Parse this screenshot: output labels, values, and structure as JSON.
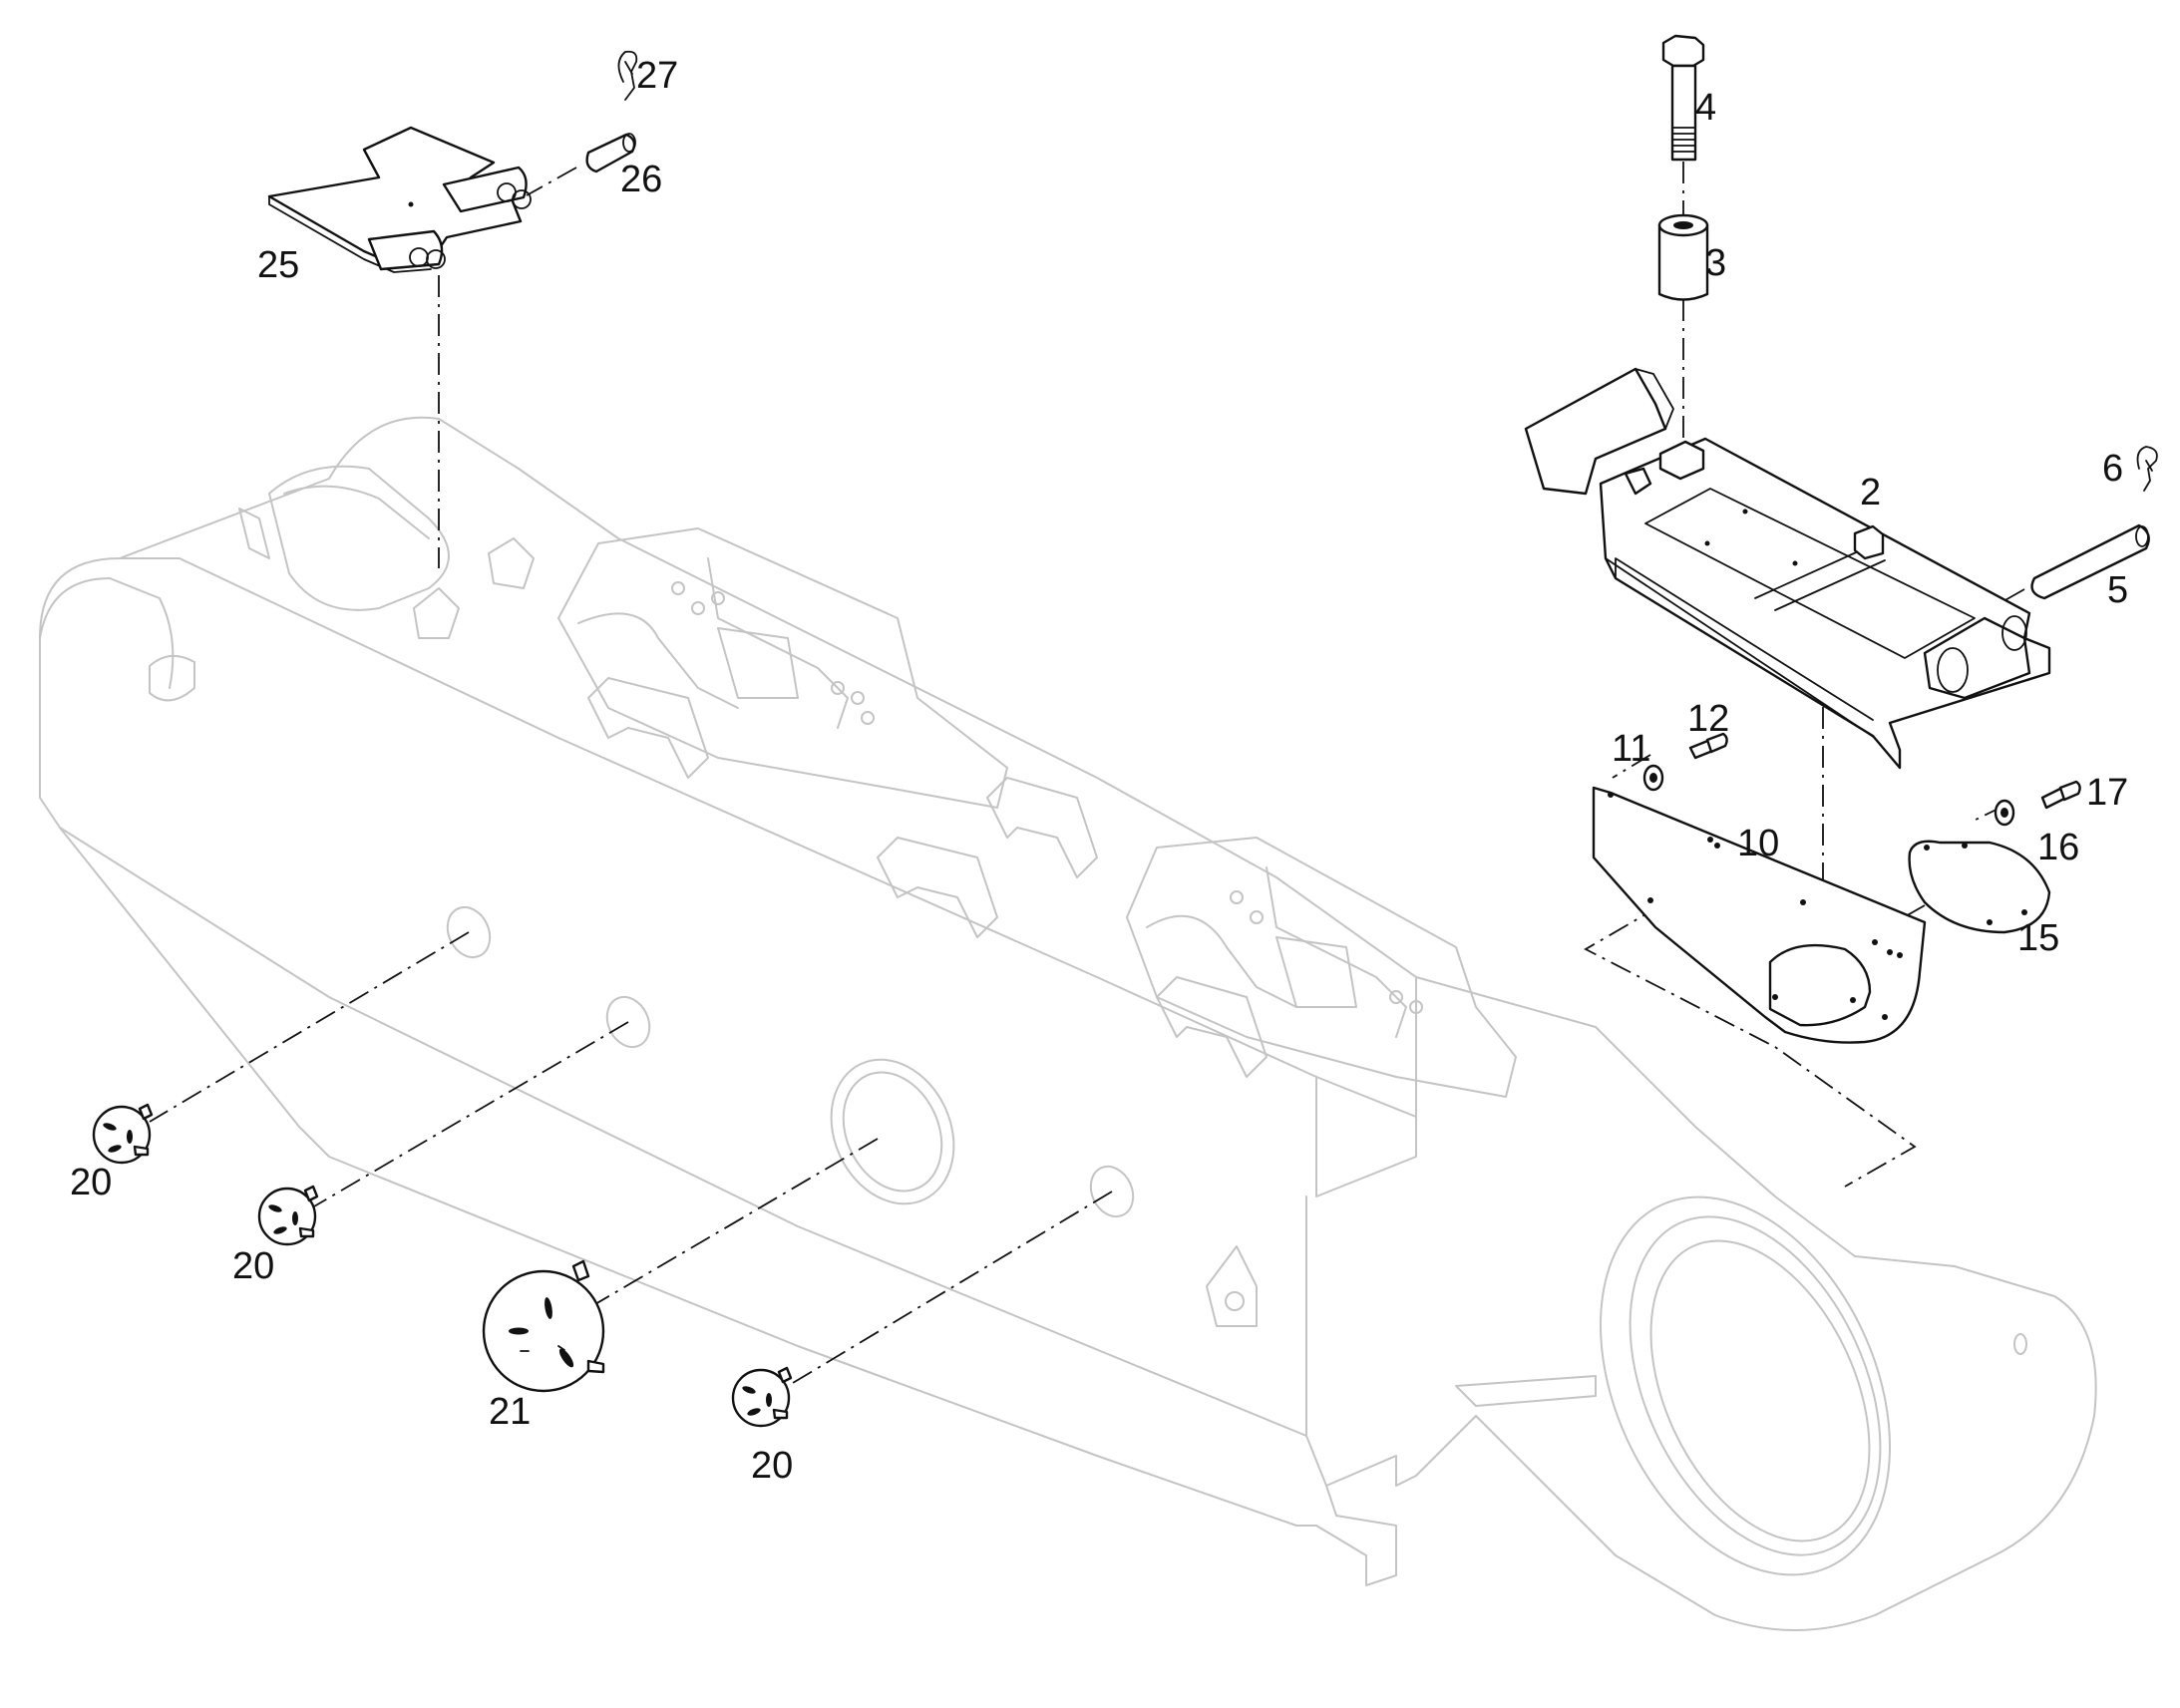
{
  "callouts": {
    "c27": "27",
    "c26": "26",
    "c25": "25",
    "c4": "4",
    "c3": "3",
    "c2": "2",
    "c6": "6",
    "c5": "5",
    "c11": "11",
    "c12": "12",
    "c10": "10",
    "c17": "17",
    "c16": "16",
    "c15": "15",
    "c20a": "20",
    "c20b": "20",
    "c20c": "20",
    "c21": "21"
  },
  "colors": {
    "frame_ghost": "#c4c4c4",
    "parts": "#111111",
    "background": "#ffffff"
  },
  "icons": {
    "style": "exploded-parts-line-drawing"
  }
}
